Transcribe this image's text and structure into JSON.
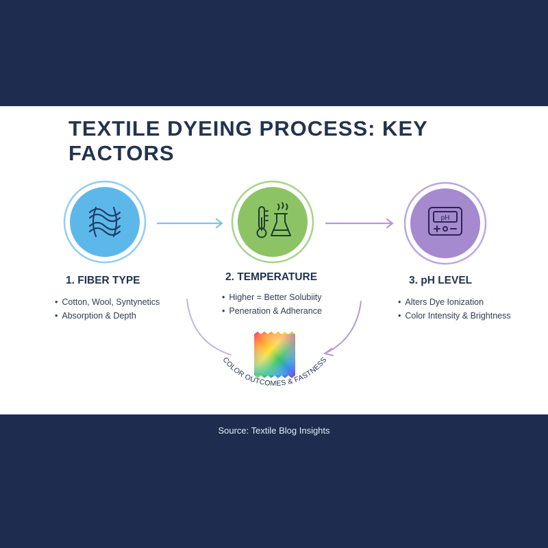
{
  "title": "TEXTILE DYEING PROCESS: KEY FACTORS",
  "steps": [
    {
      "title": "1. FIBER TYPE",
      "icon": "interwoven-fibers-icon",
      "color": "#5db8ea",
      "bullets": [
        "Cotton, Wool, Syntynetics",
        "Absorption & Depth"
      ]
    },
    {
      "title": "2. TEMPERATURE",
      "icon": "thermometer-flask-icon",
      "color": "#8cc465",
      "bullets": [
        "Higher = Better Solubiity",
        "Peneration & Adherance"
      ]
    },
    {
      "title": "3. pH LEVEL",
      "icon": "ph-meter-icon",
      "color": "#a58ad0",
      "meter_text": "pH",
      "bullets": [
        "Alters Dye Ionization",
        "Color Intensity & Brightness"
      ]
    }
  ],
  "outcome": {
    "label": "COLOR OUTCOMES & FASTNESS",
    "icon": "rainbow-fabric-swatch-icon"
  },
  "source": "Source: Textile Blog Insights",
  "colors": {
    "background": "#1e2d4f",
    "panel": "#ffffff",
    "title": "#22334f",
    "arrow_blue": "#7cc3ec",
    "arrow_purple": "#b39ad8"
  }
}
